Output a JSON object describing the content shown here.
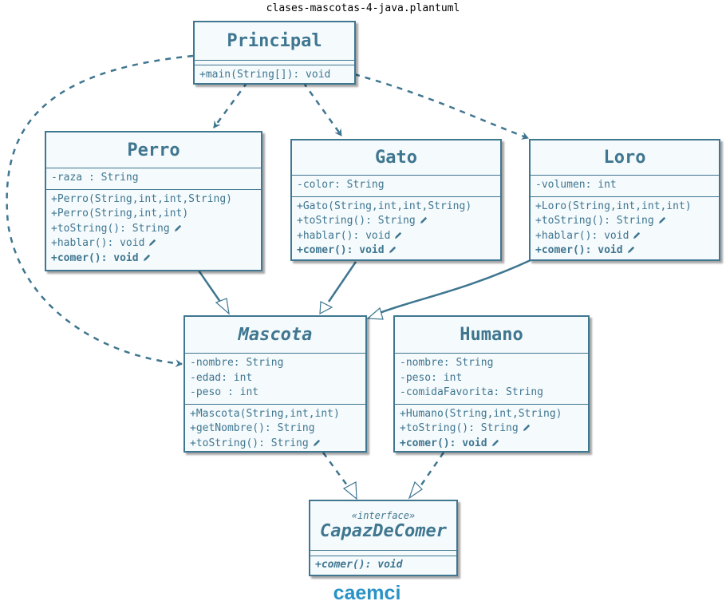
{
  "title": "clases-mascotas-4-java.plantuml",
  "colors": {
    "border": "#3f7690",
    "fill": "#f5fafc",
    "text": "#3f7690",
    "logo": "#2a93c6"
  },
  "classes": {
    "principal": {
      "name": "Principal",
      "methods": [
        "+main(String[]): void"
      ]
    },
    "perro": {
      "name": "Perro",
      "attributes": [
        "-raza : String"
      ],
      "methods": [
        "+Perro(String,int,int,String)",
        "+Perro(String,int,int)",
        "+toString(): String",
        "+hablar(): void",
        "+comer(): void"
      ]
    },
    "gato": {
      "name": "Gato",
      "attributes": [
        "-color: String"
      ],
      "methods": [
        "+Gato(String,int,int,String)",
        "+toString(): String",
        "+hablar(): void",
        "+comer(): void"
      ]
    },
    "loro": {
      "name": "Loro",
      "attributes": [
        "-volumen: int"
      ],
      "methods": [
        "+Loro(String,int,int,int)",
        "+toString(): String",
        "+hablar(): void",
        "+comer(): void"
      ]
    },
    "mascota": {
      "name": "Mascota",
      "attributes": [
        "-nombre: String",
        "-edad: int",
        "-peso : int"
      ],
      "methods": [
        "+Mascota(String,int,int)",
        "+getNombre(): String",
        "+toString(): String"
      ]
    },
    "humano": {
      "name": "Humano",
      "attributes": [
        "-nombre: String",
        "-peso: int",
        "-comidaFavorita: String"
      ],
      "methods": [
        "+Humano(String,int,String)",
        "+toString(): String",
        "+comer(): void"
      ]
    },
    "capaz": {
      "stereotype": "«interface»",
      "name": "CapazDeComer",
      "methods": [
        "+comer(): void"
      ]
    }
  },
  "override_icon": "pencil-icon",
  "logo": "caemci"
}
